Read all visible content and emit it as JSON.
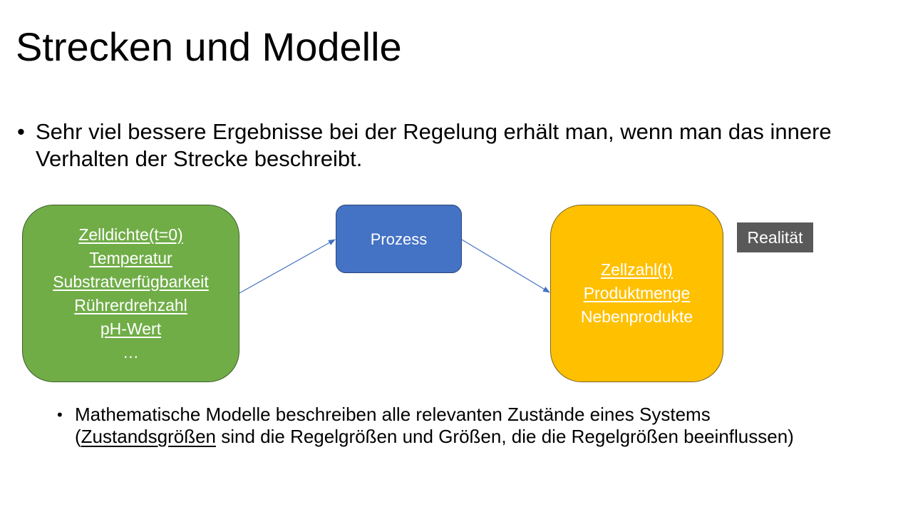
{
  "slide": {
    "title": "Strecken und Modelle",
    "bullet1": "Sehr viel bessere Ergebnisse bei der Regelung erhält man, wenn man das innere Verhalten der Strecke beschreibt.",
    "diagram": {
      "inputs": {
        "color": "#70ad47",
        "items": [
          "Zelldichte(t=0)",
          "Temperatur",
          "Substratverfügbarkeit",
          "Rührerdrehzahl",
          "pH-Wert",
          "…"
        ]
      },
      "process": {
        "color": "#4472c4",
        "label": "Prozess"
      },
      "outputs": {
        "color": "#ffc000",
        "items": [
          "Zellzahl(t)",
          "Produktmenge",
          "Nebenprodukte"
        ]
      },
      "reality_label": "Realität",
      "arrow_color": "#4472c4"
    },
    "bullet2": {
      "part1": "Mathematische Modelle beschreiben alle relevanten Zustände eines Systems (",
      "underlined": "Zustandsgrößen",
      "part2": " sind die Regelgrößen und Größen, die die Regelgrößen beeinflussen)"
    }
  }
}
